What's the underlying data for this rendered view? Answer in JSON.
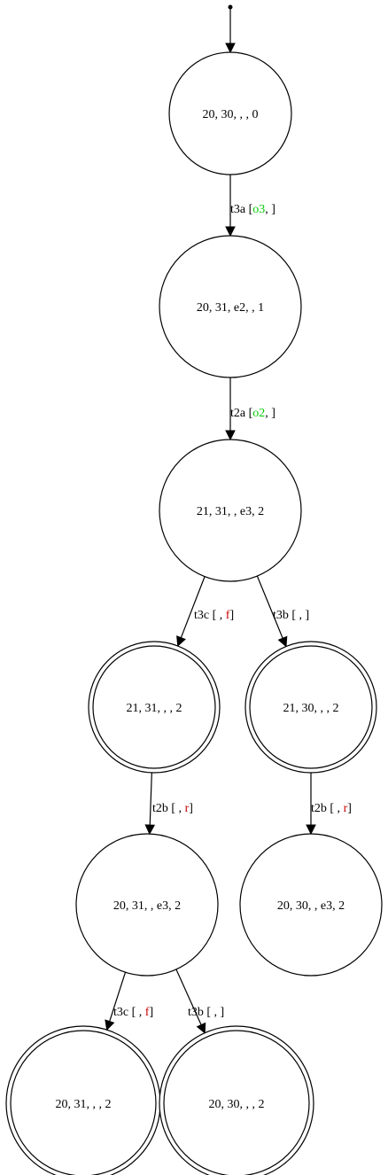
{
  "colors": {
    "stroke": "#000000",
    "output": "#00cc00",
    "fault": "#cc0000"
  },
  "nodes": [
    {
      "id": "n0",
      "label": "20, 30, , , 0",
      "final": false
    },
    {
      "id": "n1",
      "label": "20, 31, e2, , 1",
      "final": false
    },
    {
      "id": "n2",
      "label": "21, 31, , e3, 2",
      "final": false
    },
    {
      "id": "n3",
      "label": "21, 31, , , 2",
      "final": true
    },
    {
      "id": "n4",
      "label": "21, 30, , , 2",
      "final": true
    },
    {
      "id": "n5",
      "label": "20, 31, , e3, 2",
      "final": false
    },
    {
      "id": "n6",
      "label": "20, 30, , e3, 2",
      "final": false
    },
    {
      "id": "n7",
      "label": "20, 31, , , 2",
      "final": true
    },
    {
      "id": "n8",
      "label": "20, 30, , , 2",
      "final": true
    }
  ],
  "edges": [
    {
      "from": "n0",
      "to": "n1",
      "label": [
        {
          "text": "t3a [",
          "color": "stroke"
        },
        {
          "text": "o3",
          "color": "output"
        },
        {
          "text": ",   ]",
          "color": "stroke"
        }
      ]
    },
    {
      "from": "n1",
      "to": "n2",
      "label": [
        {
          "text": "t2a [",
          "color": "stroke"
        },
        {
          "text": "o2",
          "color": "output"
        },
        {
          "text": ",   ]",
          "color": "stroke"
        }
      ]
    },
    {
      "from": "n2",
      "to": "n3",
      "label": [
        {
          "text": "t3c [ , ",
          "color": "stroke"
        },
        {
          "text": "f",
          "color": "fault"
        },
        {
          "text": "]",
          "color": "stroke"
        }
      ]
    },
    {
      "from": "n2",
      "to": "n4",
      "label": [
        {
          "text": "t3b [ ,  ]",
          "color": "stroke"
        }
      ]
    },
    {
      "from": "n3",
      "to": "n5",
      "label": [
        {
          "text": "t2b [ , ",
          "color": "stroke"
        },
        {
          "text": "r",
          "color": "fault"
        },
        {
          "text": "]",
          "color": "stroke"
        }
      ]
    },
    {
      "from": "n4",
      "to": "n6",
      "label": [
        {
          "text": "t2b [ , ",
          "color": "stroke"
        },
        {
          "text": "r",
          "color": "fault"
        },
        {
          "text": "]",
          "color": "stroke"
        }
      ]
    },
    {
      "from": "n5",
      "to": "n7",
      "label": [
        {
          "text": "t3c [ , ",
          "color": "stroke"
        },
        {
          "text": "f",
          "color": "fault"
        },
        {
          "text": "]",
          "color": "stroke"
        }
      ]
    },
    {
      "from": "n5",
      "to": "n8",
      "label": [
        {
          "text": "t3b [ ,  ]",
          "color": "stroke"
        }
      ]
    }
  ]
}
